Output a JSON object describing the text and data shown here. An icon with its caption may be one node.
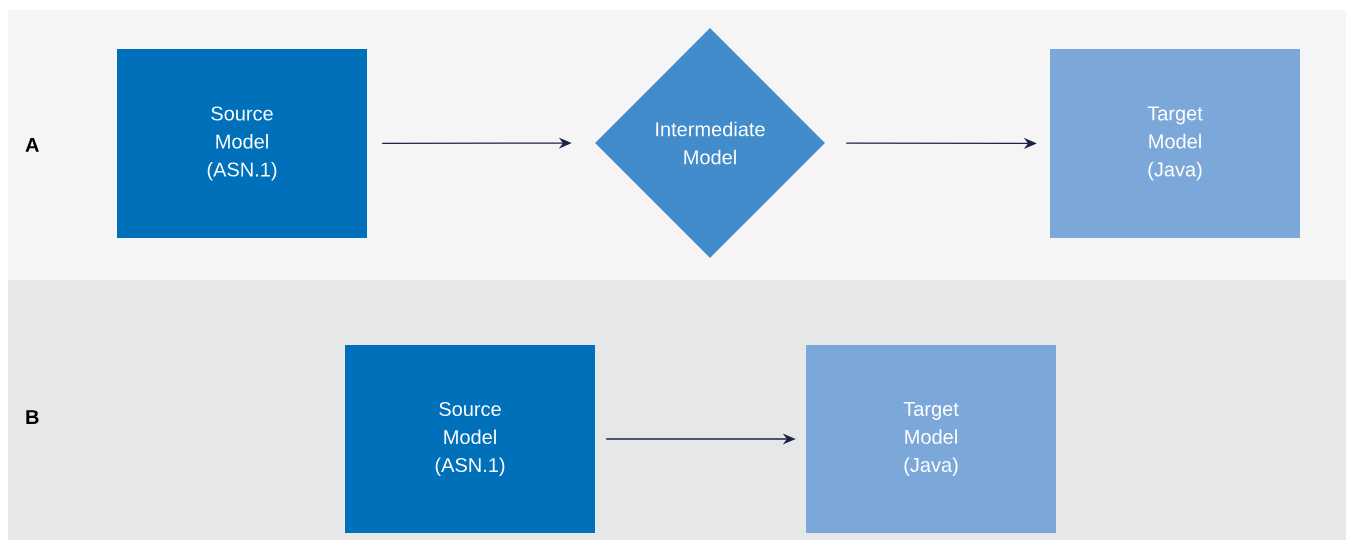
{
  "diagram": {
    "nodes": [
      {
        "text": [
          "A"
        ]
      },
      {
        "text": [
          "Source Model (ASN.1)"
        ],
        "in": 0
      },
      {
        "text": [
          "Intermediate Model"
        ],
        "in": 0
      },
      {
        "text": [
          "Target Model (Java)"
        ],
        "in": 0
      },
      {
        "text": [
          "B"
        ]
      },
      {
        "text": [
          "Source Model (ASN.1)"
        ],
        "in": 4
      },
      {
        "text": [
          "Target Model (Java)"
        ],
        "in": 4
      }
    ],
    "edges": [
      {
        "from": 1,
        "to": 2,
        "arrow": "to"
      },
      {
        "from": 2,
        "to": 3,
        "arrow": "to"
      },
      {
        "from": 5,
        "to": 6,
        "arrow": "to"
      }
    ]
  }
}
